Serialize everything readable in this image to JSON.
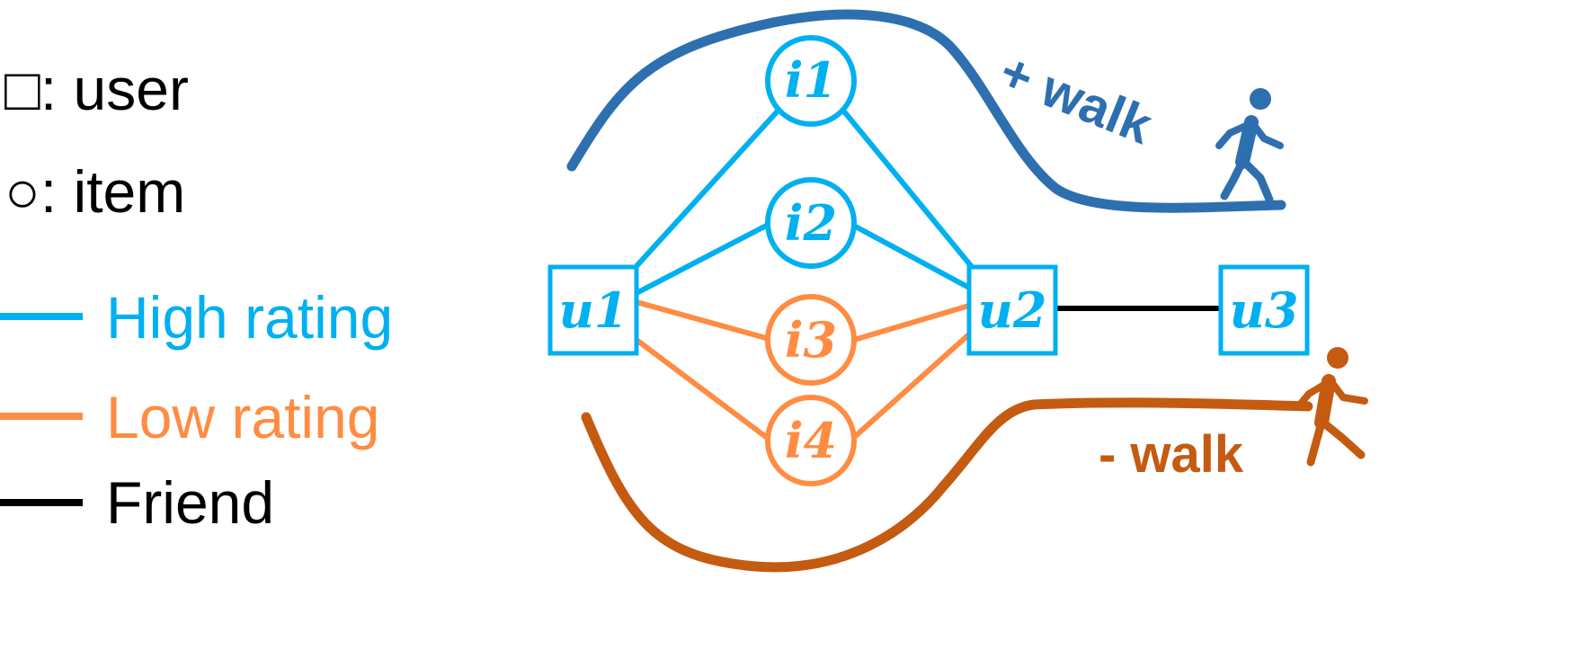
{
  "legend": {
    "user": "□: user",
    "item": "○: item",
    "high": "High rating",
    "low": "Low rating",
    "friend": "Friend"
  },
  "nodes": {
    "u1": "u1",
    "u2": "u2",
    "u3": "u3",
    "i1": "i1",
    "i2": "i2",
    "i3": "i3",
    "i4": "i4"
  },
  "walks": {
    "positive": "+ walk",
    "negative": "- walk"
  },
  "colors": {
    "high": "#00B0F0",
    "low": "#FF8C42",
    "friend": "#000000",
    "positive_walk": "#2E6FAF",
    "negative_walk": "#C55A11",
    "node_border_user": "#00B0F0",
    "item_text_high": "#00B0F0",
    "item_text_low": "#FF8C42"
  },
  "icons": {
    "positive_walker": "walking-person-icon",
    "negative_walker": "walking-person-icon"
  }
}
